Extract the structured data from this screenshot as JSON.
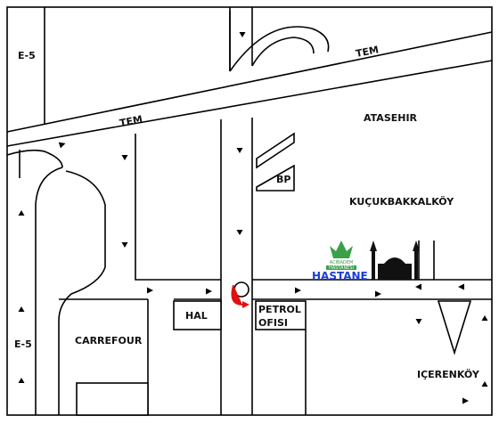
{
  "labels": {
    "e5_top": "E-5",
    "e5_bottom": "E-5",
    "tem_top": "TEM",
    "tem_left": "TEM",
    "atasehir": "ATASEHIR",
    "bp": "BP",
    "kucukbakkalkoy": "KUÇUKBAKKALKÖY",
    "hastane": "HASTANE",
    "hal": "HAL",
    "petrol_line1": "PETROL",
    "petrol_line2": "OFISI",
    "carrefour": "CARREFOUR",
    "icerenkoy": "IÇERENKÖY"
  },
  "hospital_logo": {
    "brand_line1": "ACIBADEM",
    "brand_line2": "HASTANESI",
    "color": "#3aa04a"
  },
  "colors": {
    "arrows": "#e01010",
    "hospital_label": "#1a3fd6",
    "lines": "#000000"
  },
  "icons": [
    "direction-arrow-icon",
    "roundabout-icon",
    "mosque-icon",
    "hospital-logo-icon"
  ]
}
